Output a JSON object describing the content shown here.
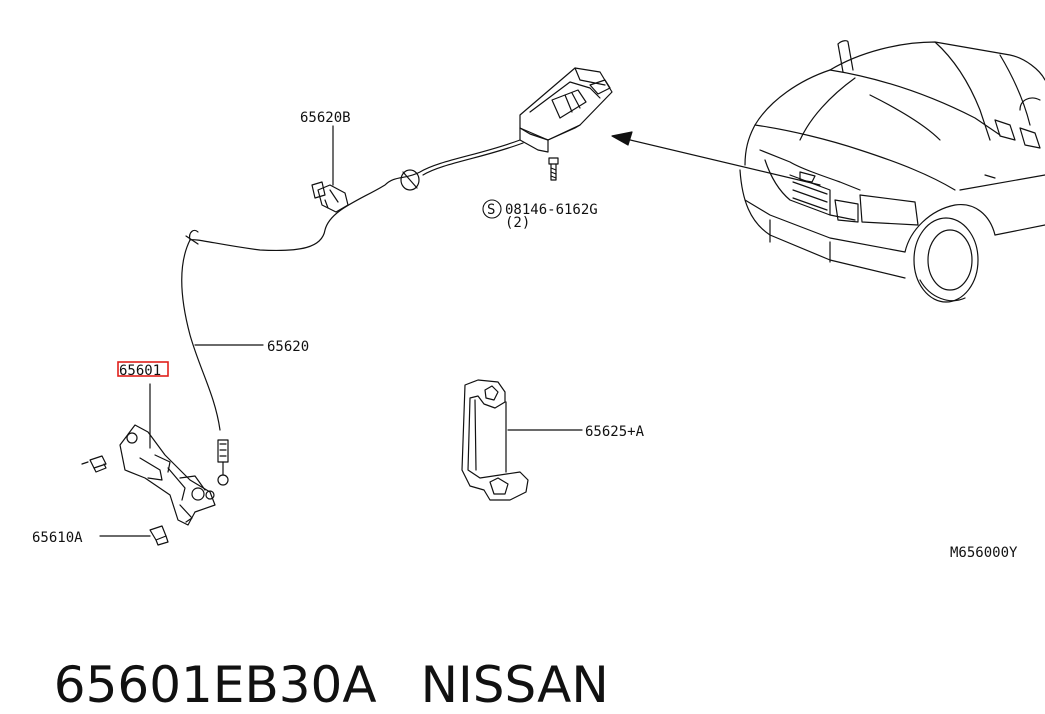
{
  "parts": {
    "p65620B": "65620B",
    "p08146": "08146-6162G",
    "p08146_qty": "(2)",
    "p08146_prefix": "S",
    "p65620": "65620",
    "p65601": "65601",
    "p65625A": "65625+A",
    "p65610A": "65610A",
    "diagram_code": "M656000Y"
  },
  "footer": {
    "part_number": "65601EB30A",
    "brand": "NISSAN"
  },
  "colors": {
    "highlight": "#e0201b",
    "line": "#111111"
  }
}
